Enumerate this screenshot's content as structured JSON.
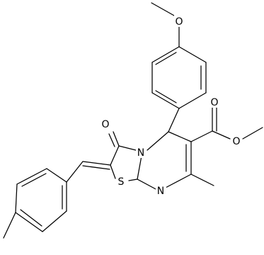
{
  "molecule": {
    "atoms": [
      {
        "id": "o_methoxy",
        "symbol": "O"
      },
      {
        "id": "o_ketone",
        "symbol": "O"
      },
      {
        "id": "o_ester_carbonyl",
        "symbol": "O"
      },
      {
        "id": "o_ester_ether",
        "symbol": "O"
      },
      {
        "id": "n_ring",
        "symbol": "N"
      },
      {
        "id": "n_imine",
        "symbol": "N"
      },
      {
        "id": "s_thiazole",
        "symbol": "S"
      }
    ]
  }
}
